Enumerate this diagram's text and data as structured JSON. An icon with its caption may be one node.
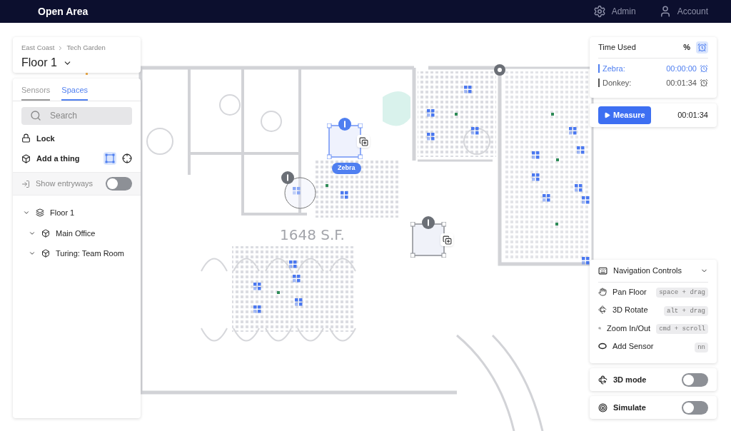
{
  "diagram": {
    "nodes": [
      {
        "text": [],
        "shape": "box",
        "beside": [
          "Zebra"
        ]
      },
      {
        "text": [],
        "shape": "circle"
      },
      {
        "text": [],
        "shape": "box"
      }
    ],
    "labels": [
      "Open Area",
      "Admin",
      "Account",
      "East Coast",
      "Tech Garden",
      "Floor 1",
      "Sensors",
      "Spaces",
      "Search",
      "Lock",
      "Add a thing",
      "Show entryways",
      "Floor 1",
      "Main Office",
      "Turing: Team Room",
      "1648 S.F.",
      "Time Used",
      "%",
      "Zebra:",
      "00:00:00",
      "Donkey:",
      "00:01:34",
      "Measure",
      "00:01:34",
      "Navigation Controls",
      "Pan Floor",
      "space + drag",
      "3D Rotate",
      "alt + drag",
      "Zoom In/Out",
      "cmd + scroll",
      "Add Sensor",
      "nn",
      "3D mode",
      "Simulate"
    ]
  }
}
